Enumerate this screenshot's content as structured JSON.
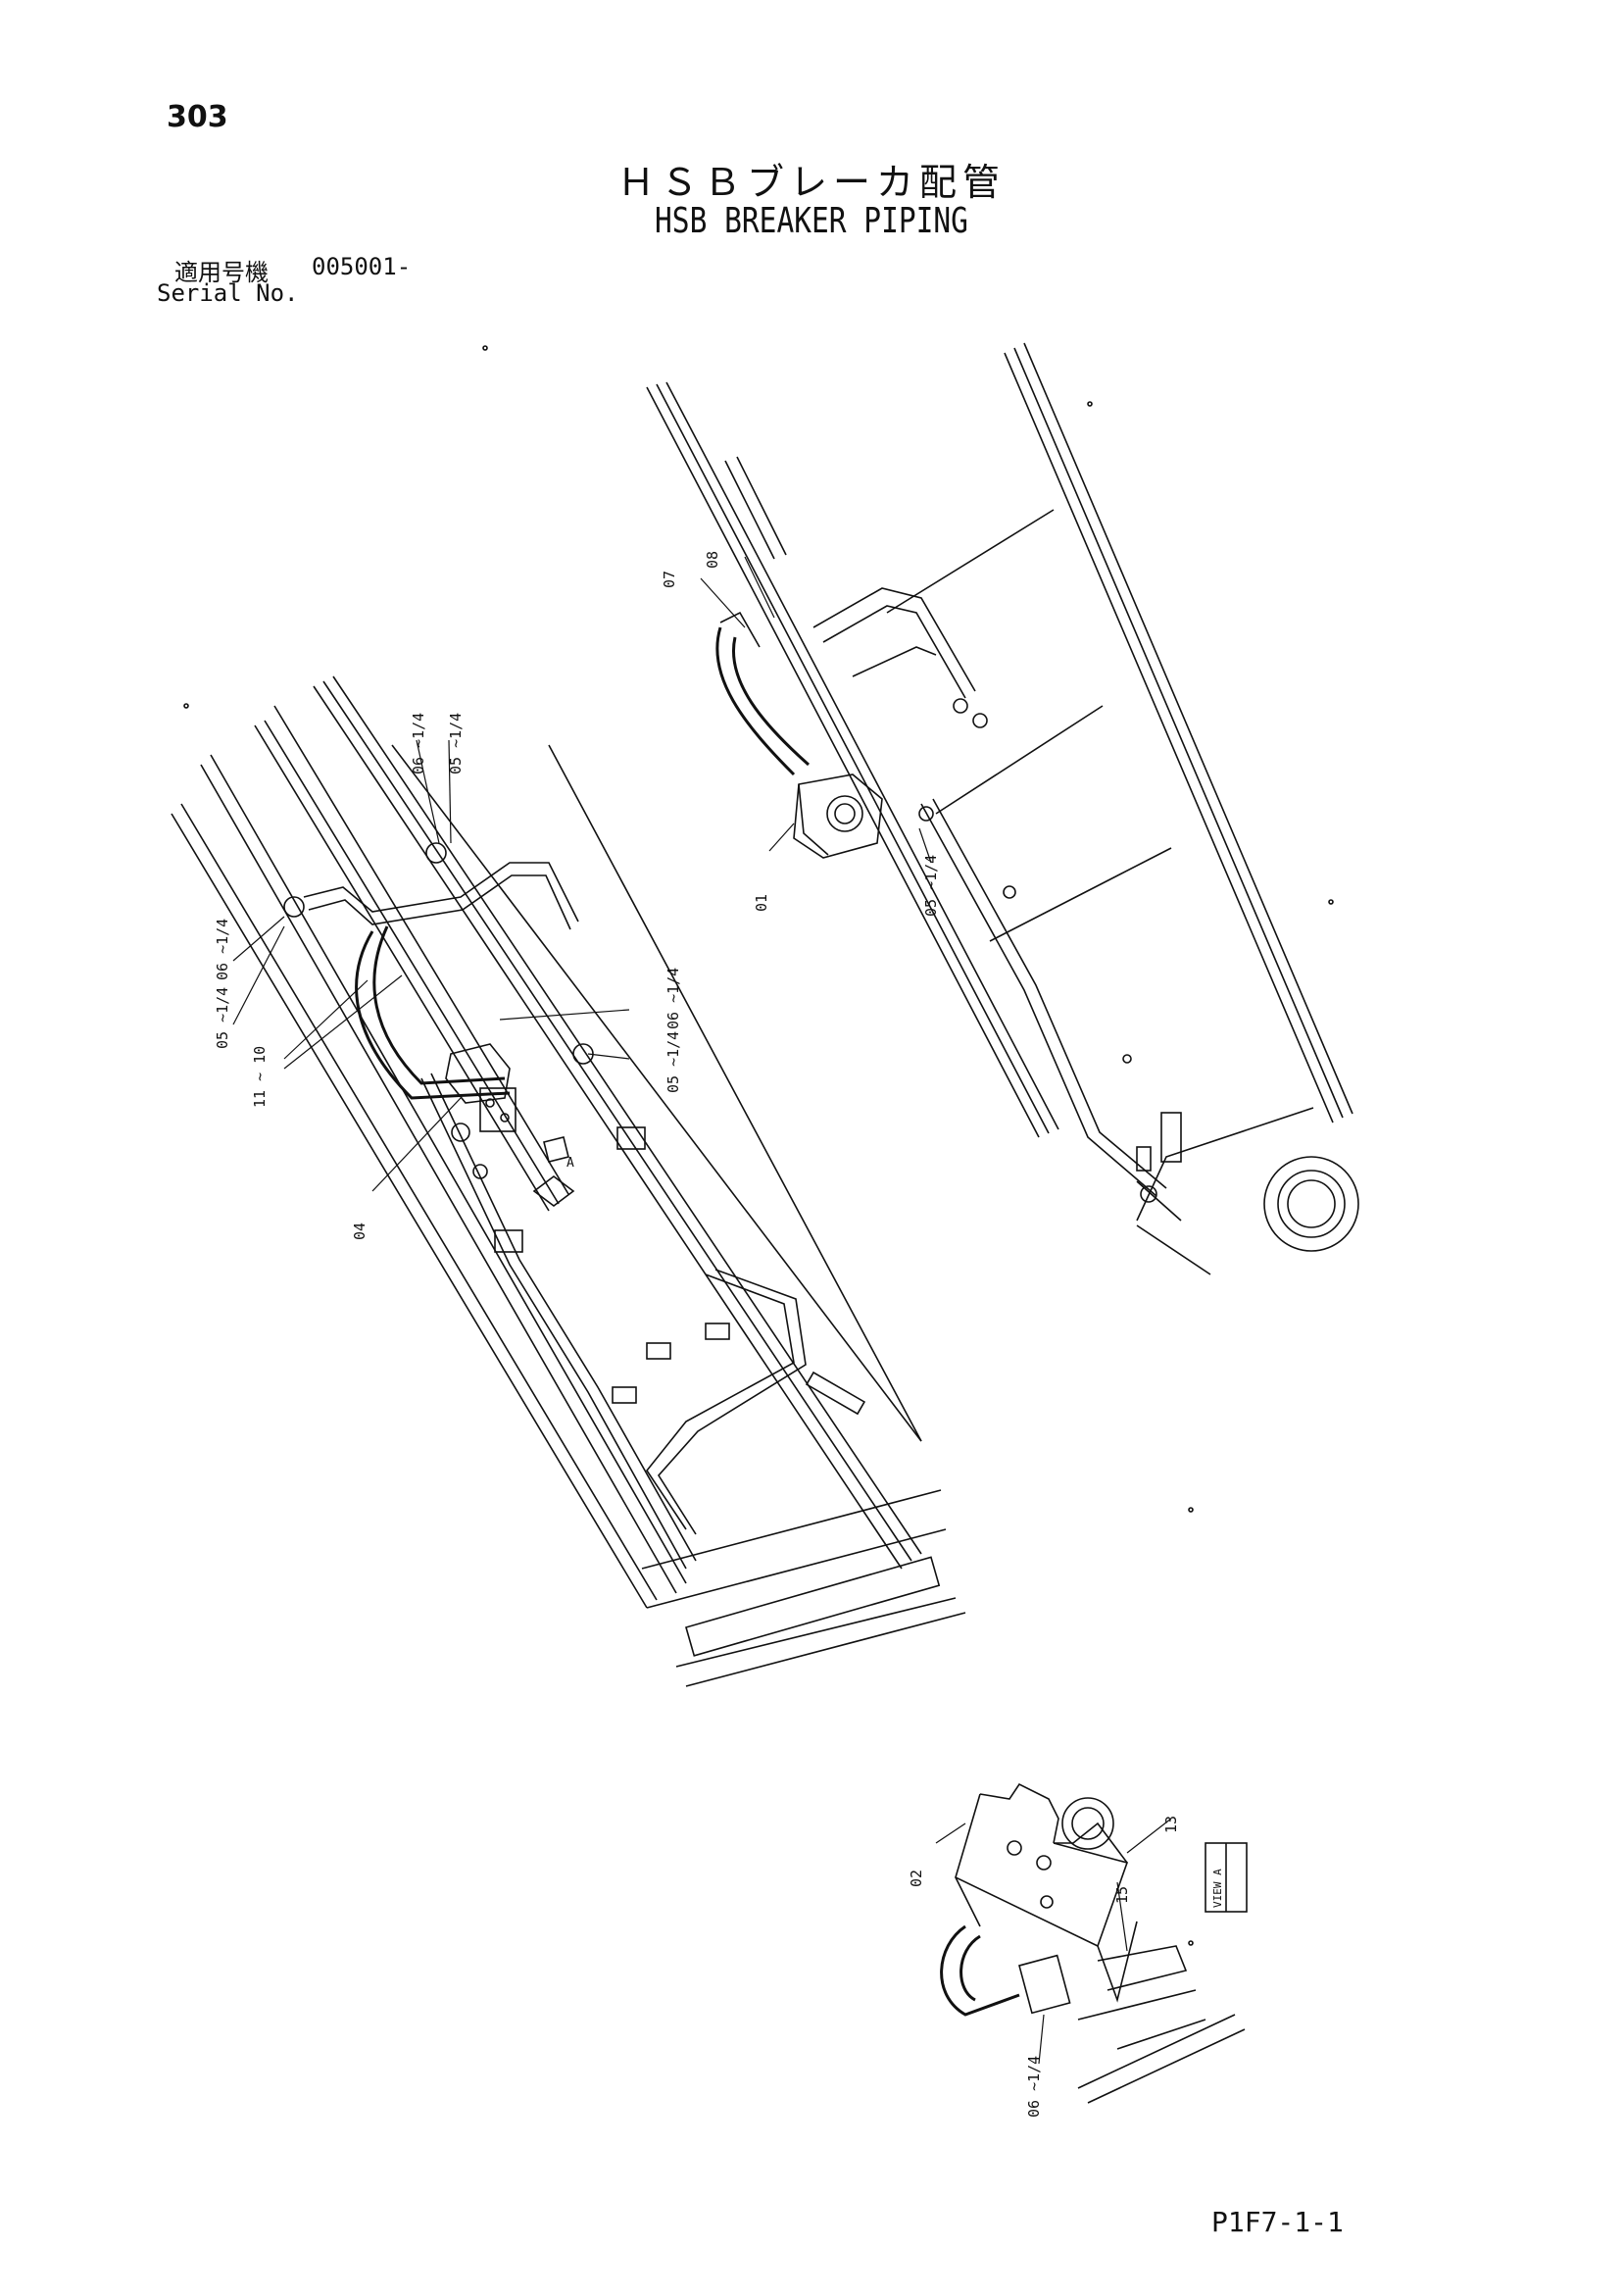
{
  "header": {
    "page_number": "303",
    "title_jp": "ＨＳＢブレーカ配管",
    "title_en": "HSB BREAKER PIPING",
    "serial_label_jp": "適用号機",
    "serial_label_en": "Serial No.",
    "serial_value": "005001-"
  },
  "footer": {
    "page_code": "P1F7-1-1"
  },
  "callouts": {
    "c01": "01",
    "c02": "02",
    "c04": "04",
    "c05a": "05 ~1/4",
    "c05b": "05 ~1/4",
    "c05c": "05 ~1/4",
    "c05d": "05 ~1/4",
    "c06a": "06 ~1/4",
    "c06b": "06 ~1/4",
    "c06c": "06 ~1/4",
    "c06d": "06 ~1/4",
    "c07": "07",
    "c08": "08",
    "c10": "11 ~ 10",
    "c13": "13",
    "c15": "15",
    "view_label": "VIEW A",
    "view_arrow": "A"
  }
}
